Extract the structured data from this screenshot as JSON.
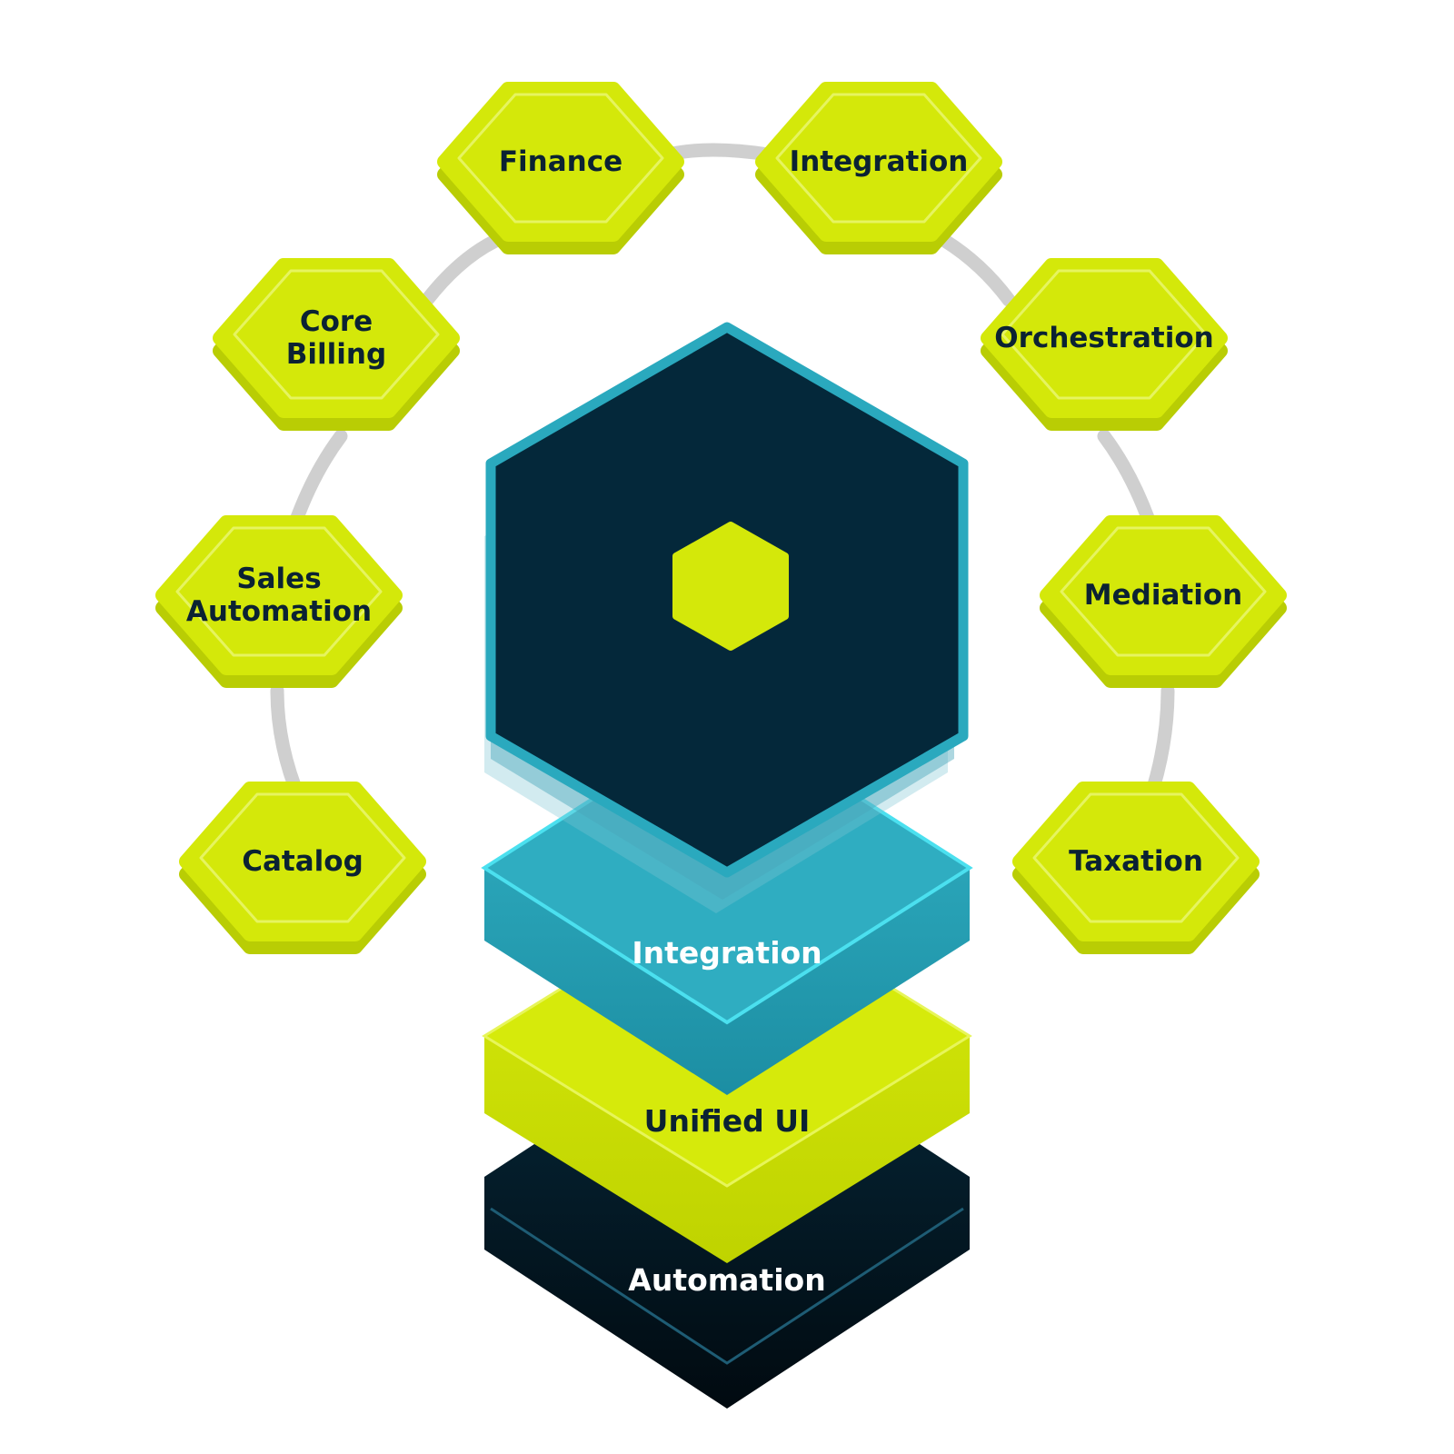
{
  "colors": {
    "lime": "#d4e80a",
    "lime_side": "#b9cd04",
    "navy": "#04283a",
    "teal": "#2aa9be",
    "connector": "#cfcfcf",
    "text_dark": "#0b2233",
    "text_light": "#ffffff"
  },
  "nodes": [
    {
      "id": "finance",
      "lines": [
        "Finance"
      ]
    },
    {
      "id": "integration",
      "lines": [
        "Integration"
      ]
    },
    {
      "id": "core-billing",
      "lines": [
        "Core",
        "Billing"
      ]
    },
    {
      "id": "orchestration",
      "lines": [
        "Orchestration"
      ]
    },
    {
      "id": "sales-automation",
      "lines": [
        "Sales",
        "Automation"
      ]
    },
    {
      "id": "mediation",
      "lines": [
        "Mediation"
      ]
    },
    {
      "id": "catalog",
      "lines": [
        "Catalog"
      ]
    },
    {
      "id": "taxation",
      "lines": [
        "Taxation"
      ]
    }
  ],
  "stack": {
    "top_layer": "Integration",
    "middle_layer": "Unified UI",
    "bottom_layer": "Automation"
  },
  "center": {
    "icon": "hexagon-logo-icon"
  }
}
